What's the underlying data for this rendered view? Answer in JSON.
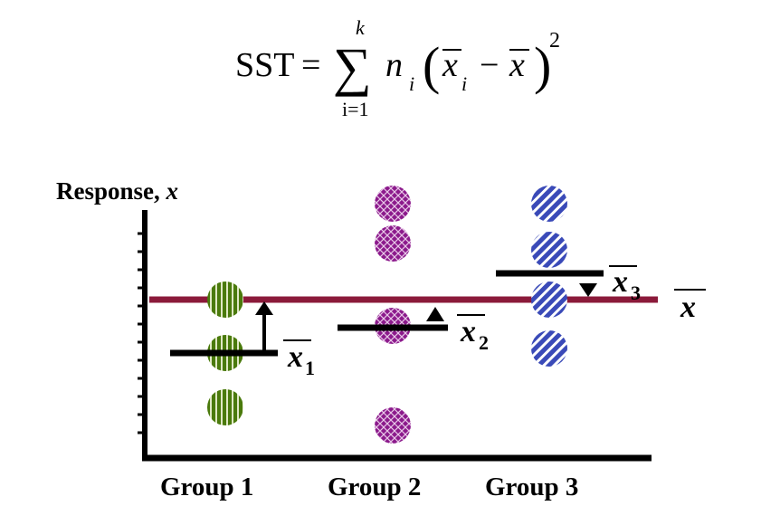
{
  "formula": {
    "lhs": "SST",
    "equals": "=",
    "sum_upper": "k",
    "sum_lower": "i=1",
    "n": "n",
    "n_sub": "i",
    "xbar": "x",
    "xbar_sub": "i",
    "minus": "−",
    "grand_mean": "x",
    "exponent": "2"
  },
  "axis": {
    "ylabel_text": "Response,",
    "ylabel_var": "x"
  },
  "groups": [
    {
      "label": "Group 1",
      "mean_symbol": "x",
      "mean_sub": "1",
      "color": "#4a7a0c"
    },
    {
      "label": "Group 2",
      "mean_symbol": "x",
      "mean_sub": "2",
      "color": "#8c1a8c"
    },
    {
      "label": "Group 3",
      "mean_symbol": "x",
      "mean_sub": "3",
      "color": "#3a4ab8"
    }
  ],
  "grand_mean": {
    "symbol": "x",
    "line_color": "#8b1a3a"
  }
}
